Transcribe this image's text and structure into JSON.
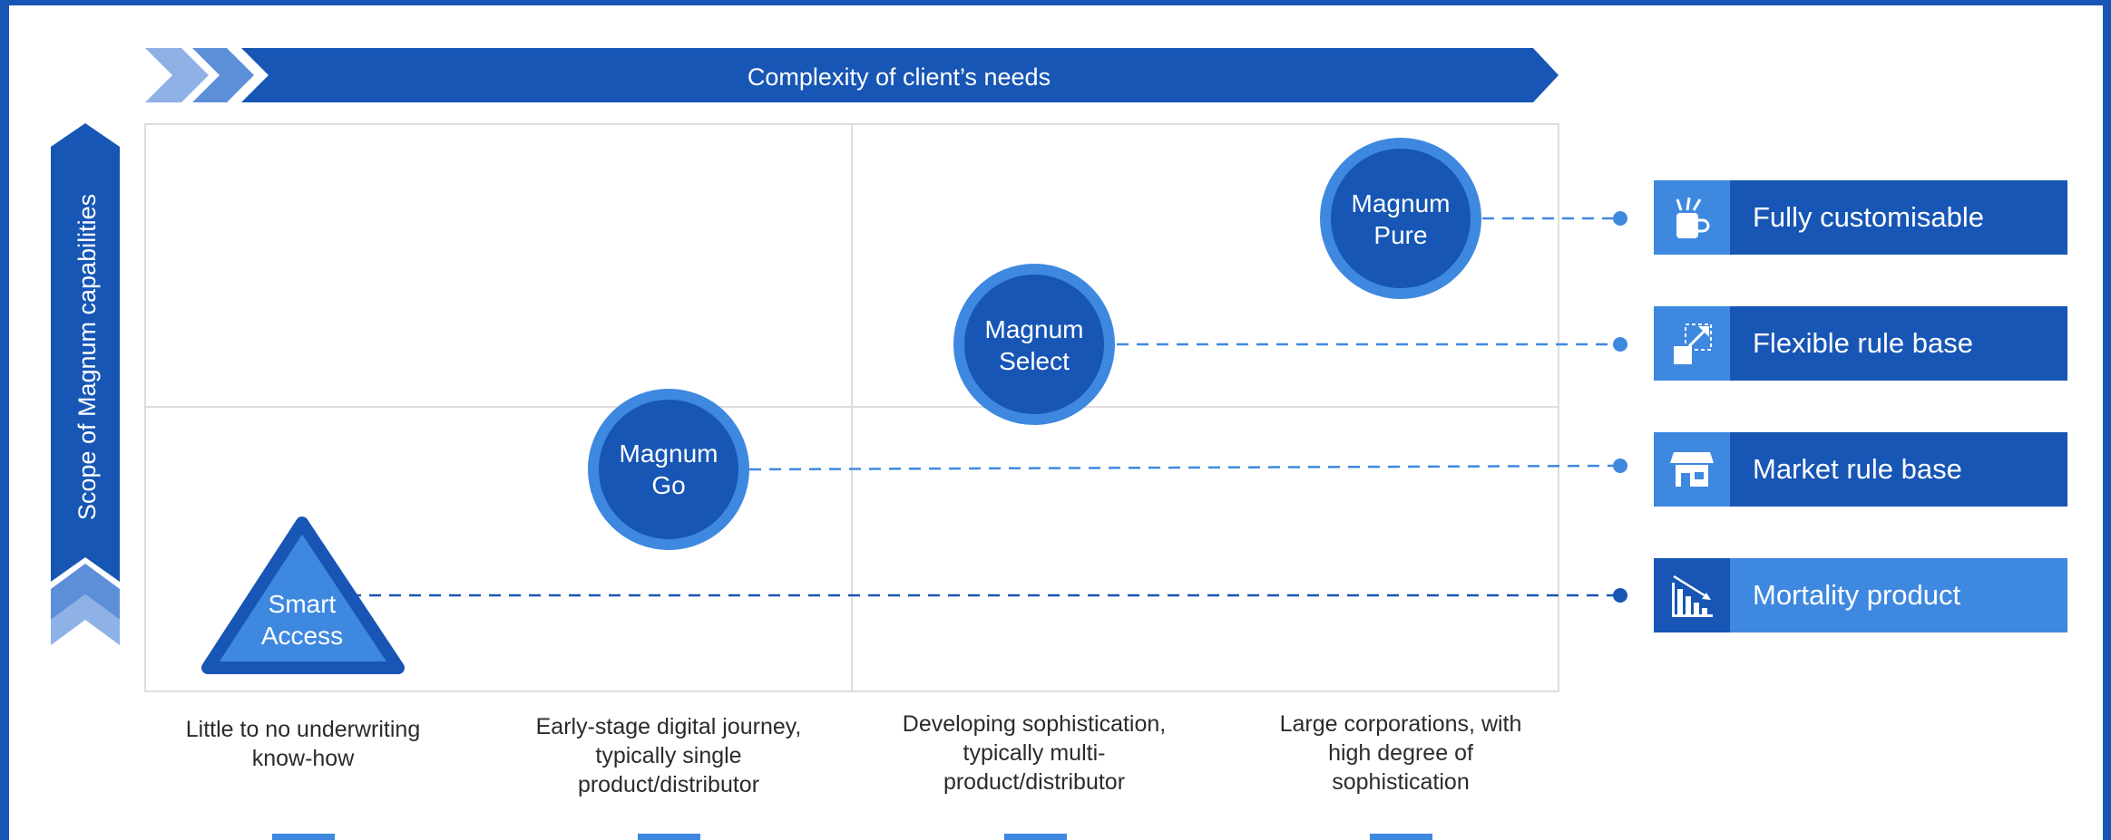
{
  "diagram": {
    "x_axis_label": "Complexity of client’s needs",
    "y_axis_label": "Scope of Magnum capabilities",
    "offerings": [
      {
        "name_line1": "Smart",
        "name_line2": "Access",
        "shape": "triangle"
      },
      {
        "name_line1": "Magnum",
        "name_line2": "Go",
        "shape": "circle"
      },
      {
        "name_line1": "Magnum",
        "name_line2": "Select",
        "shape": "circle"
      },
      {
        "name_line1": "Magnum",
        "name_line2": "Pure",
        "shape": "circle"
      }
    ],
    "capabilities": [
      {
        "label": "Fully customisable",
        "icon": "mug-pencils-icon"
      },
      {
        "label": "Flexible rule base",
        "icon": "expand-arrow-icon"
      },
      {
        "label": "Market rule base",
        "icon": "storefront-icon"
      },
      {
        "label": "Mortality product",
        "icon": "declining-chart-icon"
      }
    ],
    "segments": [
      {
        "line1": "Little to no underwriting",
        "line2": "know-how",
        "line3": ""
      },
      {
        "line1": "Early-stage digital journey,",
        "line2": "typically single",
        "line3": "product/distributor"
      },
      {
        "line1": "Developing sophistication,",
        "line2": "typically multi-",
        "line3": "product/distributor"
      },
      {
        "line1": "Large corporations, with",
        "line2": "high degree of",
        "line3": "sophistication"
      }
    ]
  },
  "colors": {
    "primary_blue": "#1756b5",
    "light_blue": "#3e88e0",
    "chevron_light": "#8fb2e6",
    "chevron_mid": "#5d8fd9",
    "grid": "#dddddd",
    "text_dark": "#2b2b2b"
  }
}
